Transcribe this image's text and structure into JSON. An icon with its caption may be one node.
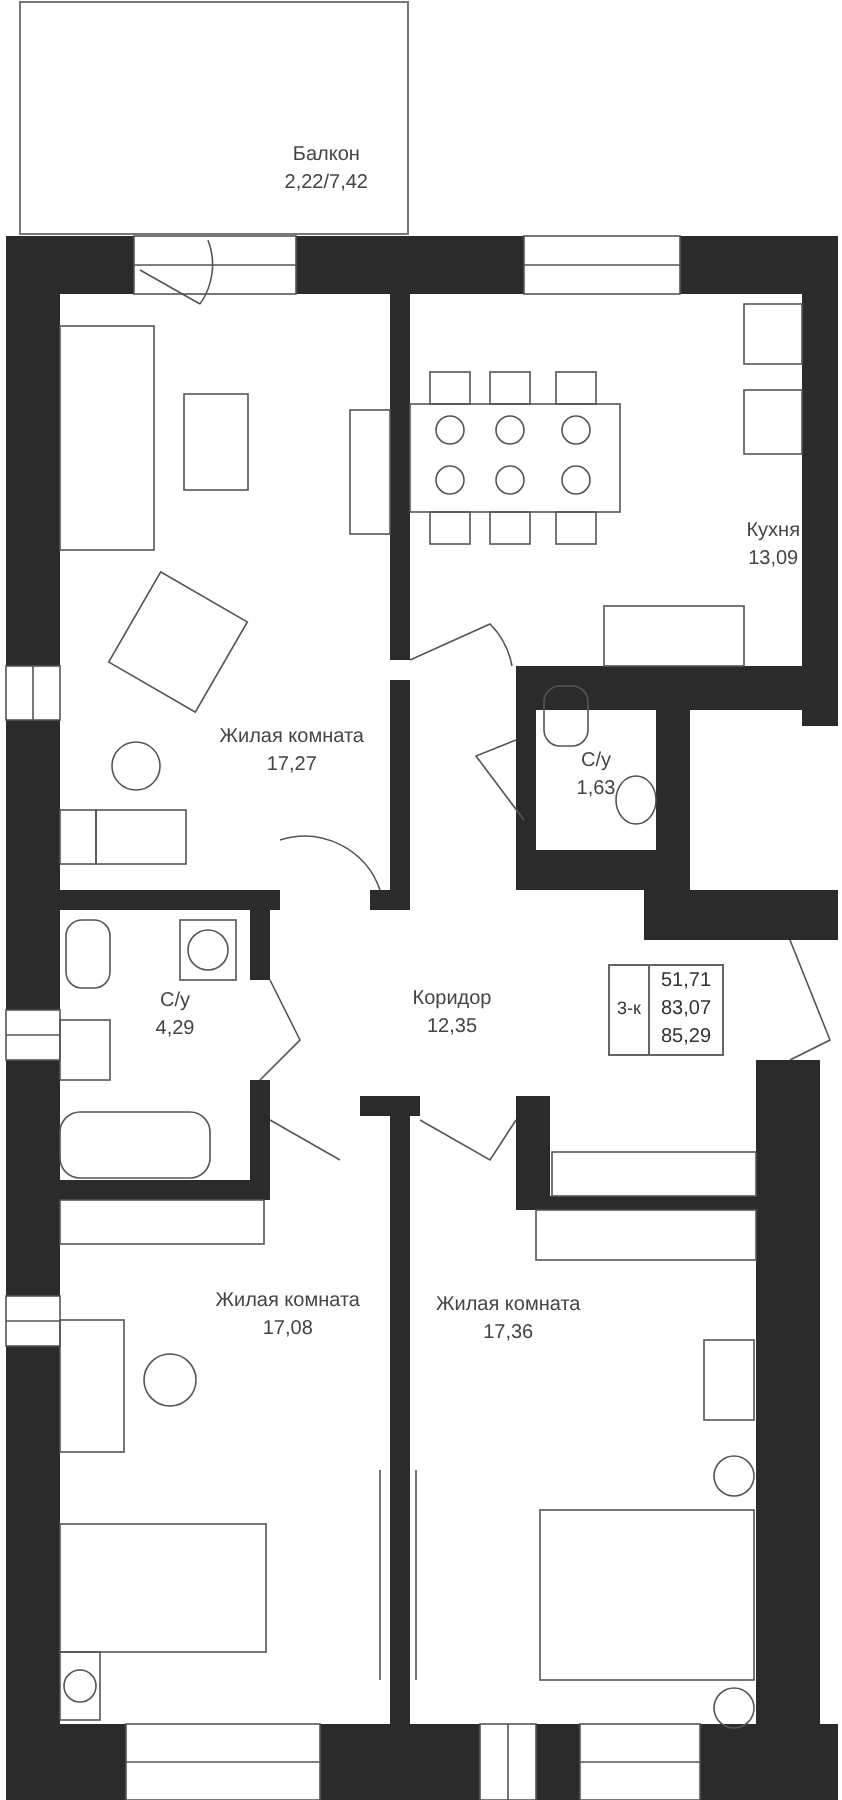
{
  "diagram": {
    "nodes": [
      {
        "text": [
          "Балкон",
          "2,22/7,42"
        ]
      },
      {
        "text": [
          "Жилая комната",
          "17,27"
        ]
      },
      {
        "text": [
          "Кухня",
          "13,09"
        ]
      },
      {
        "text": [
          "С/у",
          "1,63"
        ]
      },
      {
        "text": [
          "С/у",
          "4,29"
        ]
      },
      {
        "text": [
          "Коридор",
          "12,35"
        ]
      },
      {
        "text": [
          "3-к",
          "51,71",
          "83,07",
          "85,29"
        ]
      },
      {
        "text": [
          "Жилая комната",
          "17,08"
        ]
      },
      {
        "text": [
          "Жилая комната",
          "17,36"
        ]
      }
    ]
  }
}
